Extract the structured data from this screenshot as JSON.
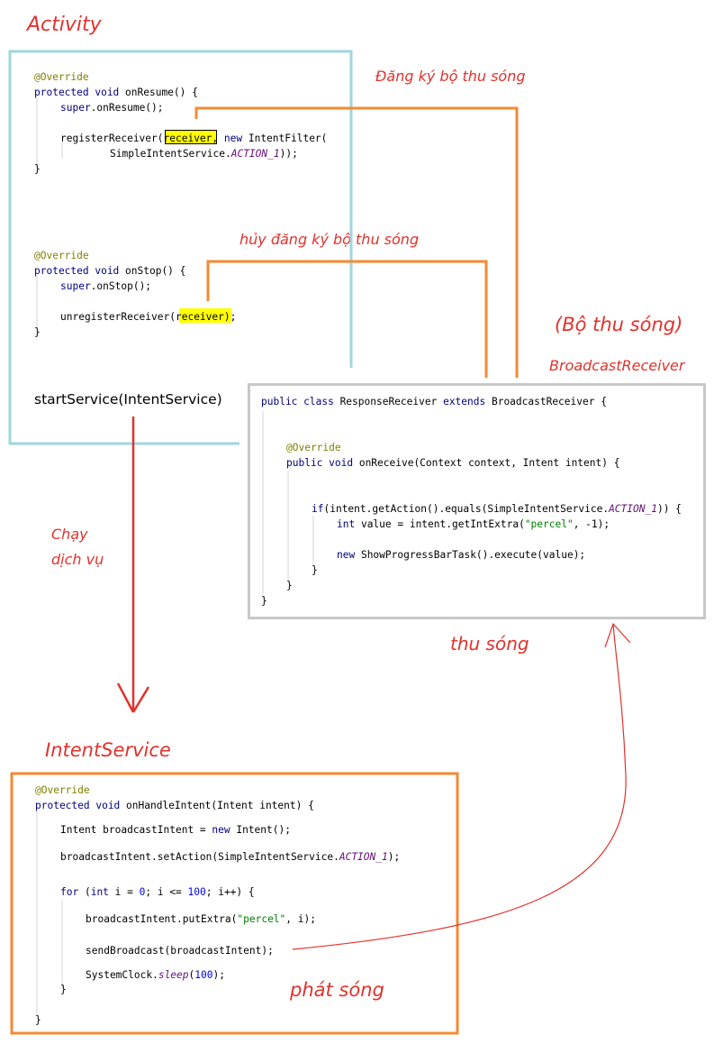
{
  "labels": {
    "activity": "Activity",
    "register": "Đăng ký bộ thu sóng",
    "unregister": "hủy đăng ký bộ thu sóng",
    "receiver_vi": "(Bộ thu sóng)",
    "receiver_en": "BroadcastReceiver",
    "run_service_1": "Chạy",
    "run_service_2": "dịch vụ",
    "receive": "thu sóng",
    "intent_service": "IntentService",
    "broadcast": "phát sóng",
    "start_service": "startService(IntentService)"
  },
  "activity_code": {
    "resume": {
      "annotation": "@Override",
      "sig_kw": "protected void",
      "sig_rest": " onResume() {",
      "super_kw": "super",
      "super_rest": ".onResume();",
      "register_pre": "registerReceiver(",
      "register_highlight": "receiver",
      "register_mid": ", ",
      "register_new": "new",
      "register_post": " IntentFilter(",
      "filter_pre": "SimpleIntentService.",
      "filter_const": "ACTION_1",
      "filter_post": "));",
      "close": "}"
    },
    "stop": {
      "annotation": "@Override",
      "sig_kw": "protected void",
      "sig_rest": " onStop() {",
      "super_kw": "super",
      "super_rest": ".onStop();",
      "unregister_pre": "unregisterReceiver(",
      "unregister_highlight": "receiver",
      "unregister_post": ");",
      "close": "}"
    }
  },
  "receiver_code": {
    "class_kw1": "public class",
    "class_name": " ResponseReceiver ",
    "class_kw2": "extends",
    "class_rest": " BroadcastReceiver {",
    "annotation": "@Override",
    "method_kw": "public void",
    "method_rest": " onReceive(Context context, Intent intent) {",
    "if_kw": "if",
    "if_pre": "(intent.getAction().equals(SimpleIntentService.",
    "if_const": "ACTION_1",
    "if_post": ")) {",
    "int_kw": "int",
    "int_pre": " value = intent.getIntExtra(",
    "int_str": "\"percel\"",
    "int_post": ", -1);",
    "new_kw": "new",
    "new_rest": " ShowProgressBarTask().execute(value);",
    "close1": "}",
    "close2": "}",
    "close3": "}"
  },
  "service_code": {
    "annotation": "@Override",
    "sig_kw": "protected void",
    "sig_rest": " onHandleIntent(Intent intent) {",
    "intent_pre": "Intent broadcastIntent = ",
    "intent_new": "new",
    "intent_post": " Intent();",
    "action_pre": "broadcastIntent.setAction(SimpleIntentService.",
    "action_const": "ACTION_1",
    "action_post": ");",
    "for_kw": "for",
    "for_open": " (",
    "for_int": "int",
    "for_mid1": " i = ",
    "for_zero": "0",
    "for_mid2": "; i <= ",
    "for_hundred": "100",
    "for_end": "; i++) {",
    "put_pre": "broadcastIntent.putExtra(",
    "put_str": "\"percel\"",
    "put_post": ", i);",
    "send": "sendBroadcast(broadcastIntent);",
    "sleep_pre": "SystemClock.",
    "sleep_method": "sleep",
    "sleep_open": "(",
    "sleep_num": "100",
    "sleep_post": ");",
    "close1": "}",
    "close2": "}"
  },
  "colors": {
    "activity_border": "#9fd6dd",
    "receiver_border": "#c8c8c8",
    "service_border": "#f58a32",
    "connector": "#f58a32",
    "arrow_red": "#e2322c",
    "highlight": "#ffff00"
  }
}
